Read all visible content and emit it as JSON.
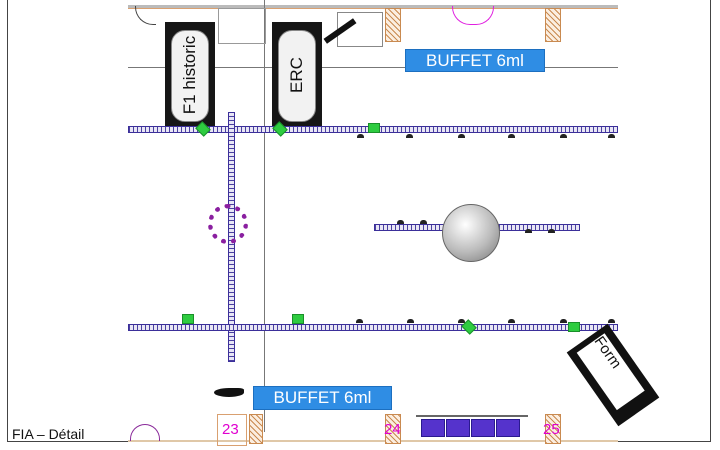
{
  "caption": "FIA – Détail",
  "cars": [
    {
      "label": "F1 historic"
    },
    {
      "label": "ERC"
    }
  ],
  "buffets": [
    {
      "label": "BUFFET 6ml"
    },
    {
      "label": "BUFFET 6ml"
    }
  ],
  "stands": [
    "23",
    "24",
    "25"
  ],
  "corner_vehicle": {
    "label": "Form"
  },
  "colors": {
    "truss": "#3b2f9a",
    "buffet": "#2f8de4",
    "stand_number": "#e000d0",
    "light": "#2ecc40"
  }
}
